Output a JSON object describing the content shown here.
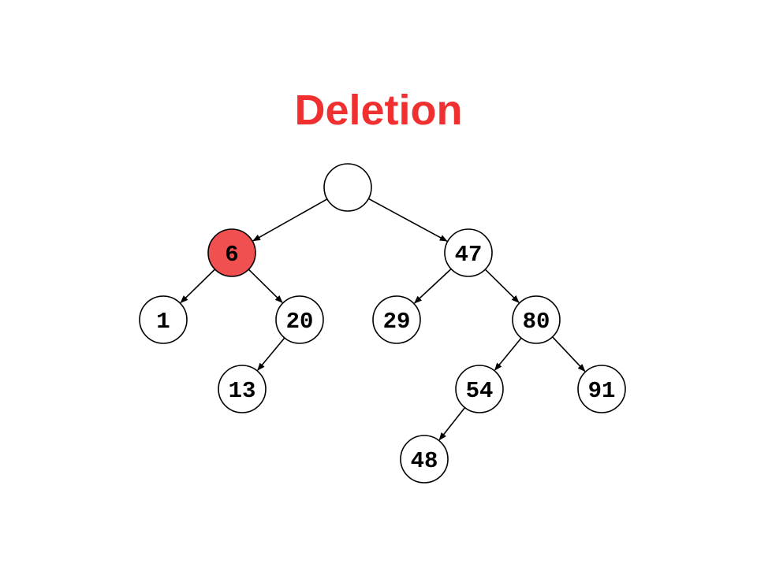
{
  "title": "Deletion",
  "colors": {
    "title": "#f03030",
    "highlight_fill": "#f05050",
    "node_fill": "#ffffff",
    "stroke": "#000000"
  },
  "tree": {
    "nodes": [
      {
        "id": "root",
        "label": ""
      },
      {
        "id": "n6",
        "label": "6",
        "highlighted": true
      },
      {
        "id": "n47",
        "label": "47"
      },
      {
        "id": "n1",
        "label": "1"
      },
      {
        "id": "n20",
        "label": "20"
      },
      {
        "id": "n29",
        "label": "29"
      },
      {
        "id": "n80",
        "label": "80"
      },
      {
        "id": "n13",
        "label": "13"
      },
      {
        "id": "n54",
        "label": "54"
      },
      {
        "id": "n91",
        "label": "91"
      },
      {
        "id": "n48",
        "label": "48"
      }
    ],
    "edges": [
      {
        "from": "root",
        "to": "n6"
      },
      {
        "from": "root",
        "to": "n47"
      },
      {
        "from": "n6",
        "to": "n1"
      },
      {
        "from": "n6",
        "to": "n20"
      },
      {
        "from": "n47",
        "to": "n29"
      },
      {
        "from": "n47",
        "to": "n80"
      },
      {
        "from": "n20",
        "to": "n13"
      },
      {
        "from": "n80",
        "to": "n54"
      },
      {
        "from": "n80",
        "to": "n91"
      },
      {
        "from": "n54",
        "to": "n48"
      }
    ]
  }
}
